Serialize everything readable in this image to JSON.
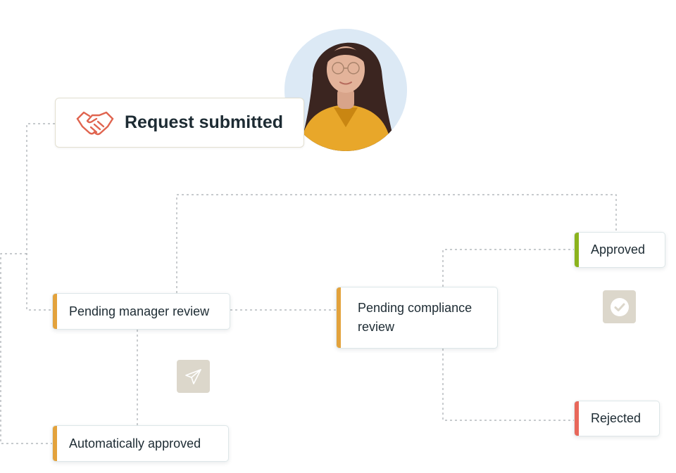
{
  "workflow": {
    "start": {
      "label": "Request submitted",
      "icon": "handshake-icon",
      "accent": "#e0644f"
    },
    "states": [
      {
        "id": "pending-manager-review",
        "label": "Pending manager review",
        "color": "#e3a23c"
      },
      {
        "id": "automatically-approved",
        "label": "Automatically approved",
        "color": "#e3a23c"
      },
      {
        "id": "pending-compliance-review",
        "label": "Pending compliance review",
        "color": "#e3a23c"
      },
      {
        "id": "approved",
        "label": "Approved",
        "color": "#8bb31d"
      },
      {
        "id": "rejected",
        "label": "Rejected",
        "color": "#e8675a"
      }
    ],
    "icons": [
      {
        "name": "send-paper-plane-icon"
      },
      {
        "name": "check-circle-icon"
      }
    ],
    "avatar": {
      "name": "requester-avatar"
    }
  },
  "colors": {
    "connector": "#a5abaf",
    "chip": "#dcd7cb",
    "text": "#1d2b33"
  }
}
